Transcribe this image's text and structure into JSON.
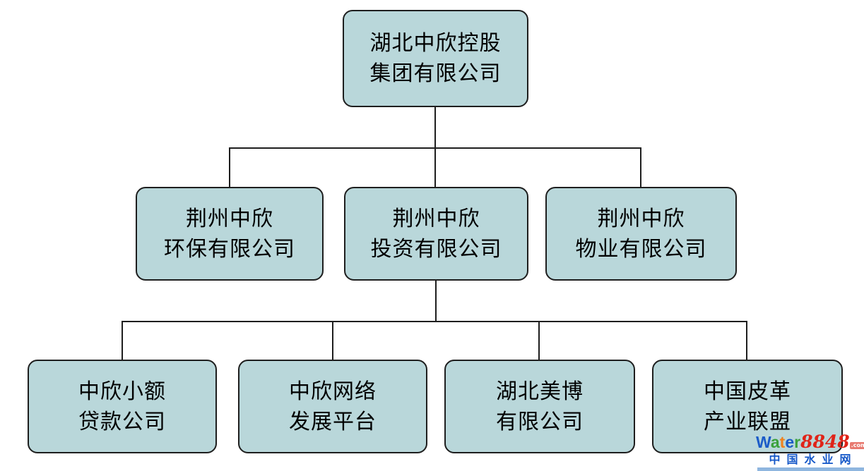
{
  "org": {
    "description": "Corporate structure diagram",
    "nodes": [
      {
        "id": "hubei-zhongxin-holding-group",
        "level": 1,
        "parent": null,
        "line1": "湖北中欣控股",
        "line2": "集团有限公司",
        "full_name": "湖北中欣控股集团有限公司"
      },
      {
        "id": "jingzhou-zhongxin-huanbao",
        "level": 2,
        "parent": "hubei-zhongxin-holding-group",
        "line1": "荆州中欣",
        "line2": "环保有限公司",
        "full_name": "荆州中欣环保有限公司"
      },
      {
        "id": "jingzhou-zhongxin-touzi",
        "level": 2,
        "parent": "hubei-zhongxin-holding-group",
        "line1": "荆州中欣",
        "line2": "投资有限公司",
        "full_name": "荆州中欣投资有限公司"
      },
      {
        "id": "jingzhou-zhongxin-wuye",
        "level": 2,
        "parent": "hubei-zhongxin-holding-group",
        "line1": "荆州中欣",
        "line2": "物业有限公司",
        "full_name": "荆州中欣物业有限公司"
      },
      {
        "id": "zhongxin-xiaoe-daikuan",
        "level": 3,
        "parent": "jingzhou-zhongxin-touzi",
        "line1": "中欣小额",
        "line2": "贷款公司",
        "full_name": "中欣小额贷款公司"
      },
      {
        "id": "zhongxin-wangluo-fazhan",
        "level": 3,
        "parent": "jingzhou-zhongxin-touzi",
        "line1": "中欣网络",
        "line2": "发展平台",
        "full_name": "中欣网络发展平台"
      },
      {
        "id": "hubei-meibo",
        "level": 3,
        "parent": "jingzhou-zhongxin-touzi",
        "line1": "湖北美博",
        "line2": "有限公司",
        "full_name": "湖北美博有限公司"
      },
      {
        "id": "zhongguo-pige-lianmeng",
        "level": 3,
        "parent": "jingzhou-zhongxin-touzi",
        "line1": "中国皮革",
        "line2": "产业联盟",
        "full_name": "中国皮革产业联盟"
      }
    ]
  },
  "colors": {
    "background": "#ffffff",
    "box_fill": "#b9d7da",
    "box_border": "#1e1e1e",
    "connector_line": "#1e1e1e",
    "text": "#000000",
    "watermark_blue": "#1b5bc8",
    "watermark_green": "#3ba13b",
    "watermark_orange": "#f0821e",
    "watermark_red": "#e02318",
    "watermark_site_blue": "#1457c8"
  },
  "watermark": {
    "brand_letters": [
      {
        "char": "W",
        "color": "#1b5bc8"
      },
      {
        "char": "a",
        "color": "#3ba13b"
      },
      {
        "char": "t",
        "color": "#f0821e"
      },
      {
        "char": "e",
        "color": "#1b5bc8"
      },
      {
        "char": "r",
        "color": "#3ba13b"
      }
    ],
    "number": "8848",
    "dotcom": ".com",
    "site_name": "中国水业网"
  }
}
